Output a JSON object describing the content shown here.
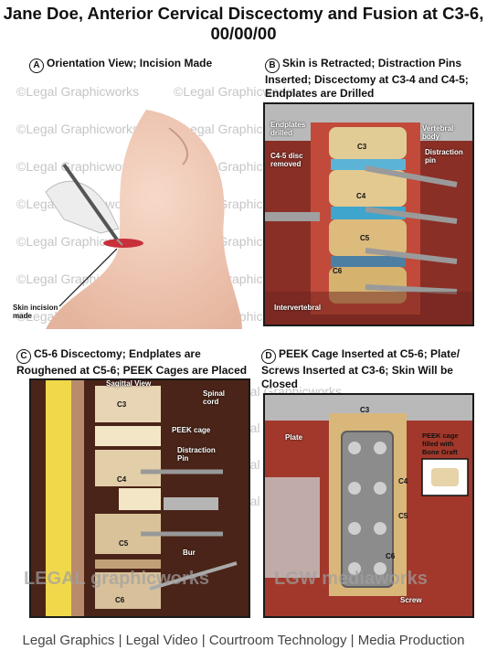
{
  "title_line1": "Jane Doe, Anterior Cervical Discectomy and Fusion at C3-6,",
  "title_line2": "00/00/00",
  "watermark": "©Legal Graphicworks",
  "panels": {
    "a": {
      "badge": "A",
      "caption": "Orientation View; Incision Made",
      "label_incision": "Skin incision made"
    },
    "b": {
      "badge": "B",
      "caption": "Skin is Retracted; Distraction Pins Inserted; Discectomy at C3-4 and C4-5; Endplates are Drilled",
      "labels": {
        "endplates": "Endplates drilled",
        "disc": "C4-5 disc removed",
        "body": "Vertebral body",
        "pin": "Distraction pin",
        "c3": "C3",
        "c4": "C4",
        "c5": "C5",
        "c6": "C6",
        "interv": "Intervertebral"
      }
    },
    "c": {
      "badge": "C",
      "caption": "C5-6 Discectomy; Endplates are Roughened at C5-6; PEEK Cages are Placed",
      "labels": {
        "sagittal": "Sagittal View",
        "cord": "Spinal cord",
        "cage": "PEEK cage",
        "pin": "Distraction Pin",
        "bur": "Bur",
        "c3": "C3",
        "c4": "C4",
        "c5": "C5",
        "c6": "C6"
      }
    },
    "d": {
      "badge": "D",
      "caption": "PEEK Cage Inserted at C5-6; Plate/ Screws Inserted at C3-6; Skin Will be Closed",
      "labels": {
        "plate": "Plate",
        "screw": "Screw",
        "graft": "PEEK cage filled with Bone Graft",
        "c3": "C3",
        "c4": "C4",
        "c5": "C5",
        "c6": "C6"
      }
    }
  },
  "logo_left": "LEGAL graphicworks",
  "logo_right": "LGW mediaworks",
  "footer": "Legal Graphics | Legal Video | Courtroom Technology | Media Production"
}
